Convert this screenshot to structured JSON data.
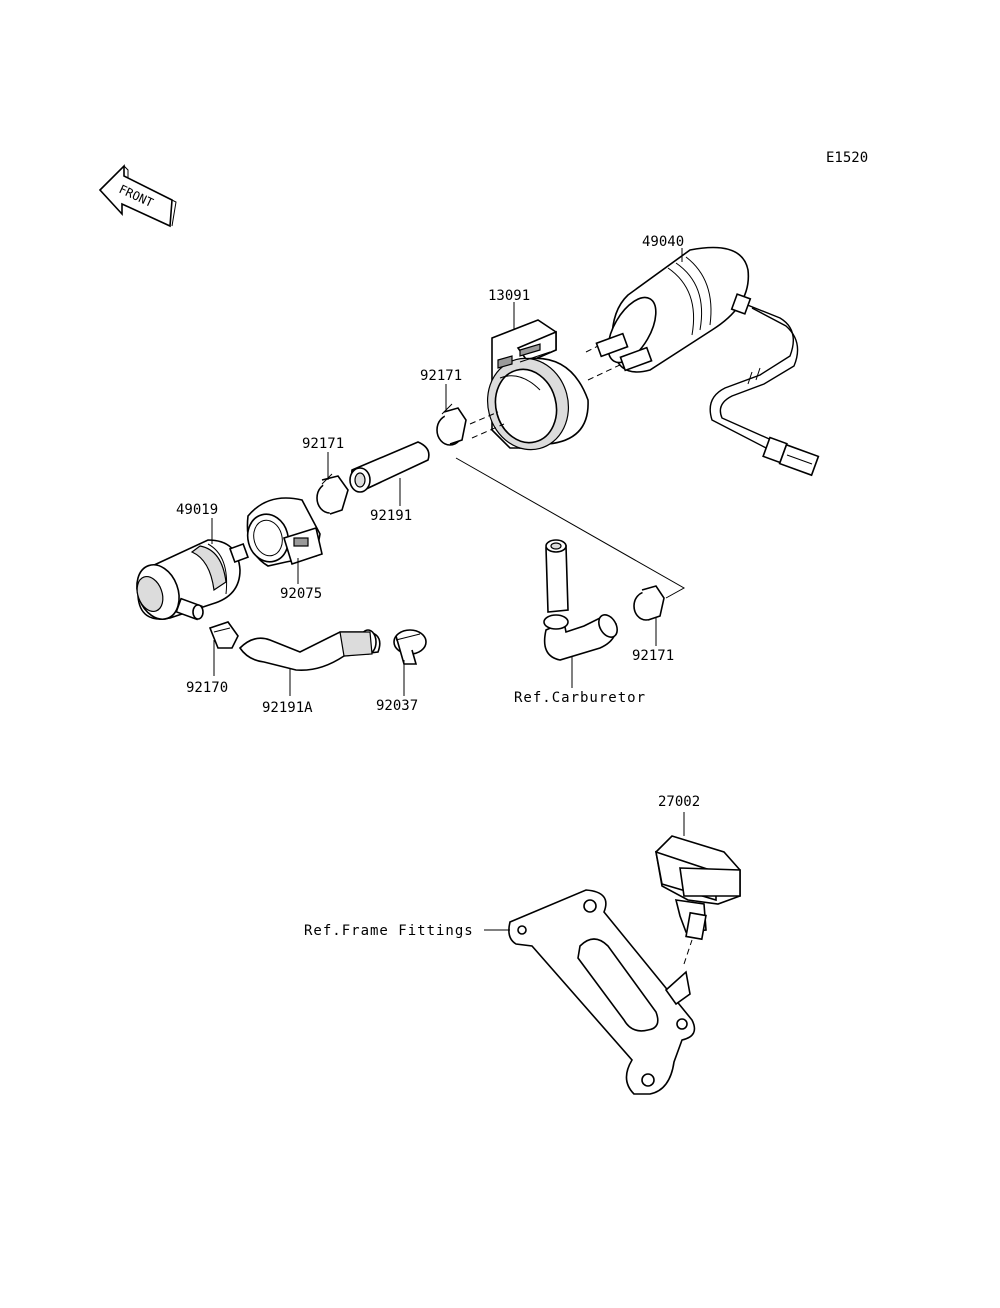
{
  "diagram_code": "E1520",
  "direction_label": "FRONT",
  "parts": {
    "p49040": "49040",
    "p13091": "13091",
    "p92171_a": "92171",
    "p92171_b": "92171",
    "p92191": "92191",
    "p49019": "49019",
    "p92075": "92075",
    "p92170": "92170",
    "p92191a": "92191A",
    "p92037": "92037",
    "p92171_c": "92171",
    "p27002": "27002"
  },
  "references": {
    "carburetor": "Ref.Carburetor",
    "frame_fittings": "Ref.Frame Fittings"
  }
}
